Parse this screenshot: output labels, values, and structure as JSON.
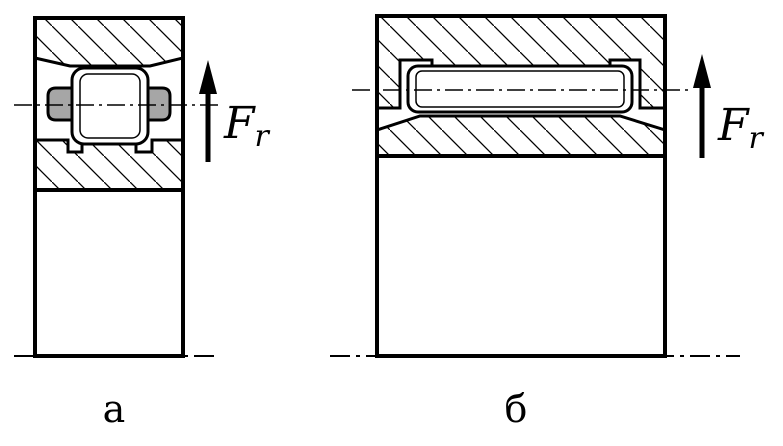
{
  "figure": {
    "stroke_color": "#000000",
    "fill_color": "#ffffff",
    "cage_color": "#a6a6a6",
    "panel_a": {
      "caption": "а",
      "force_symbol": "F",
      "force_subscript": "r"
    },
    "panel_b": {
      "caption": "б",
      "force_symbol": "F",
      "force_subscript": "r"
    }
  }
}
